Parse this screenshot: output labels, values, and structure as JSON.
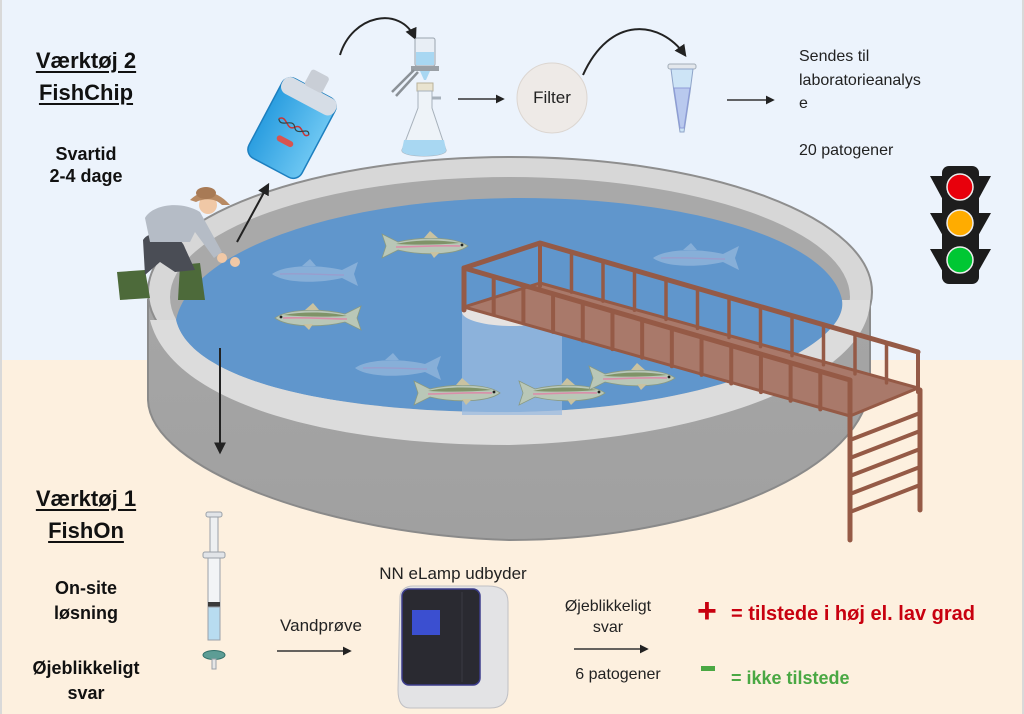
{
  "background": {
    "top_color": "#ecf3fc",
    "bottom_color": "#fdf0df"
  },
  "tool2": {
    "title_line1": "Værktøj 2",
    "title_line2": "FishChip",
    "response_line1": "Svartid",
    "response_line2": "2-4 dage"
  },
  "lab_flow": {
    "filter_label": "Filter",
    "send_line1": "Sendes til",
    "send_line2": "laboratorieanalys",
    "send_line3": "e",
    "pathogen_count": "20 patogener",
    "icons": [
      "water-bottle-icon",
      "vacuum-filter-flask-icon",
      "filter-disc-icon",
      "eppendorf-tube-icon",
      "traffic-light-icon"
    ],
    "traffic_light_colors": {
      "red": "#e8000c",
      "amber": "#ffac00",
      "green": "#00c733"
    }
  },
  "tool1": {
    "title_line1": "Værktøj 1",
    "title_line2": "FishOn",
    "feature1_line1": "On-site",
    "feature1_line2": "løsning",
    "feature2_line1": "Øjeblikkeligt",
    "feature2_line2": "svar"
  },
  "onsite_flow": {
    "sample_label": "Vandprøve",
    "device_label": "NN eLamp udbyder",
    "answer_line1": "Øjeblikkeligt",
    "answer_line2": "svar",
    "pathogen_count": "6 patogener",
    "icons": [
      "syringe-filter-icon",
      "elamp-device-icon"
    ]
  },
  "legend": {
    "plus_sign": "+",
    "plus_text": "= tilstede i høj el. lav grad",
    "plus_color": "#c8000f",
    "minus_text": "= ikke tilstede",
    "minus_color": "#4aa843"
  },
  "scene": {
    "elements": [
      "fish-tank",
      "farmer",
      "rainbow-trout",
      "walkway-bridge",
      "ladder"
    ]
  }
}
